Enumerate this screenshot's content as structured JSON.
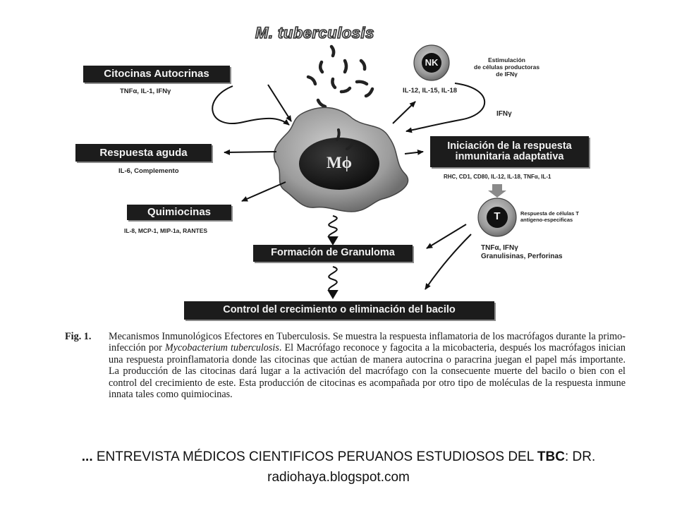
{
  "diagram": {
    "title": "M. tuberculosis",
    "cells": {
      "nk": "NK",
      "macrophage": "Mϕ",
      "t_cell": "T"
    },
    "boxes": {
      "autocrine": "Citocinas Autocrinas",
      "acute": "Respuesta aguda",
      "chemokines": "Quimiocinas",
      "granuloma": "Formación de Granuloma",
      "adaptive_line1": "Iniciación de la respuesta",
      "adaptive_line2": "inmunitaria adaptativa",
      "control": "Control del crecimiento o eliminación del bacilo"
    },
    "labels": {
      "autocrine_sub": "TNFα, IL-1, IFNγ",
      "acute_sub": "IL-6, Complemento",
      "chemokines_sub": "IL-8, MCP-1, MIP-1a, RANTES",
      "nk_inputs": "IL-12, IL-15, IL-18",
      "nk_desc_line1": "Estimulación",
      "nk_desc_line2": "de células productoras",
      "nk_desc_line3": "de IFNγ",
      "ifn": "IFNγ",
      "adaptive_sub": "RHC, CD1, CD80, IL-12, IL-18, TNFα, IL-1",
      "t_desc_line1": "Respuesta de células T",
      "t_desc_line2": "antígeno-especificas",
      "t_sub_line1": "TNFα, IFNγ",
      "t_sub_line2": "Granulisinas, Perforinas"
    }
  },
  "caption": {
    "fig": "Fig. 1.",
    "text_before": "Mecanismos Inmunológicos Efectores en Tuberculosis. Se muestra la respuesta inflamatoria de los macrófagos durante la primo-infección por ",
    "organism": "Mycobacterium tuberculosis",
    "text_after": ". El Macrófago reconoce y fagocita a la micobacteria, después los macrófagos inician una respuesta proinflamatoria donde las citocinas que actúan de manera autocrina o paracrina juegan el papel más importante. La producción de las citocinas dará lugar a la activación del macrófago con la consecuente muerte del bacilo o bien con el control del crecimiento de este. Esta producción de citocinas es acompañada por otro tipo de moléculas de la respuesta inmune innata tales como quimiocinas."
  },
  "footer": {
    "prefix": "...",
    "line1_text": " ENTREVISTA MÉDICOS CIENTIFICOS PERUANOS ESTUDIOSOS DEL ",
    "line1_bold": "TBC",
    "line1_end": ": DR.",
    "line2": "radiohaya.blogspot.com"
  }
}
